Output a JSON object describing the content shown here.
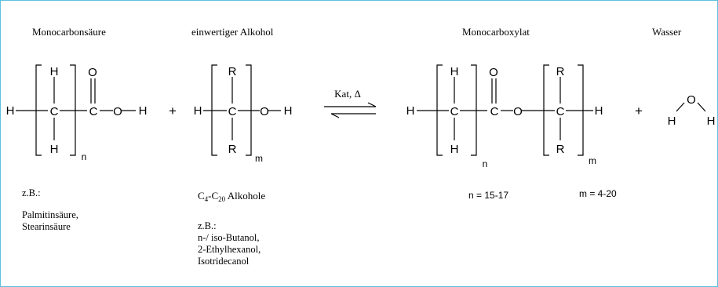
{
  "headings": {
    "acid": "Monocarbonsäure",
    "alcohol": "einwertiger Alkohol",
    "ester": "Monocarboxylat",
    "water": "Wasser"
  },
  "atoms": {
    "H": "H",
    "C": "C",
    "O": "O",
    "R": "R"
  },
  "operators": {
    "plus": "+"
  },
  "arrow_label": "Kat, Δ",
  "subscripts": {
    "n": "n",
    "m": "m"
  },
  "acid_examples": {
    "intro": "z.B.:",
    "items": [
      "Palmitinsäure,",
      "Stearinsäure"
    ]
  },
  "alcohol_class": {
    "prefix": "C",
    "sub1": "4",
    "dash": "-C",
    "sub2": "20",
    "suffix": " Alkohole"
  },
  "alcohol_examples": {
    "intro": "z.B.:",
    "items": [
      "n-/ iso-Butanol,",
      "2-Ethylhexanol,",
      "Isotridecanol"
    ]
  },
  "ranges": {
    "n": "n = 15-17",
    "m": "m = 4-20"
  },
  "colors": {
    "frame": "#5bc0de",
    "ink": "#000000"
  }
}
